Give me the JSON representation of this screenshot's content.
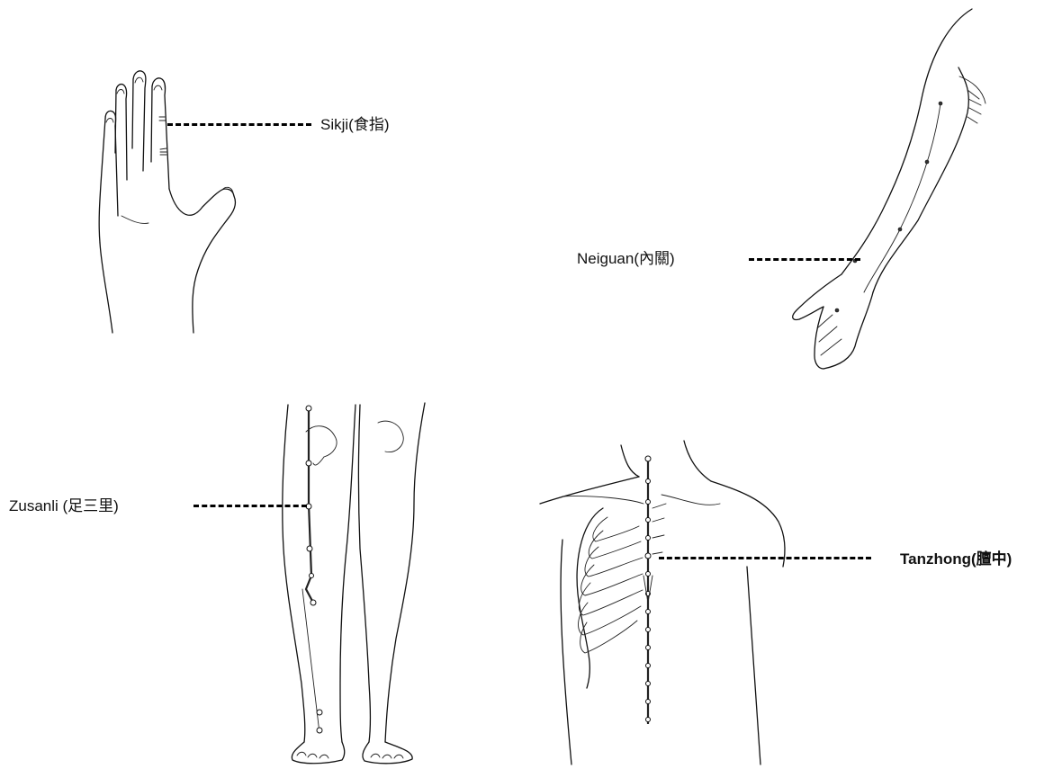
{
  "acupoints": [
    {
      "name": "Sikji",
      "hanja": "食指",
      "label": "Sikji(食指)",
      "region": "hand"
    },
    {
      "name": "Neiguan",
      "hanja": "內關",
      "label": "Neiguan(內關)",
      "region": "arm"
    },
    {
      "name": "Zusanli",
      "hanja": "足三里",
      "label": "Zusanli (足三里)",
      "region": "leg"
    },
    {
      "name": "Tanzhong",
      "hanja": "膻中",
      "label": "Tanzhong(膻中)",
      "region": "chest"
    }
  ],
  "colors": {
    "ink": "#111111",
    "background": "#ffffff"
  }
}
